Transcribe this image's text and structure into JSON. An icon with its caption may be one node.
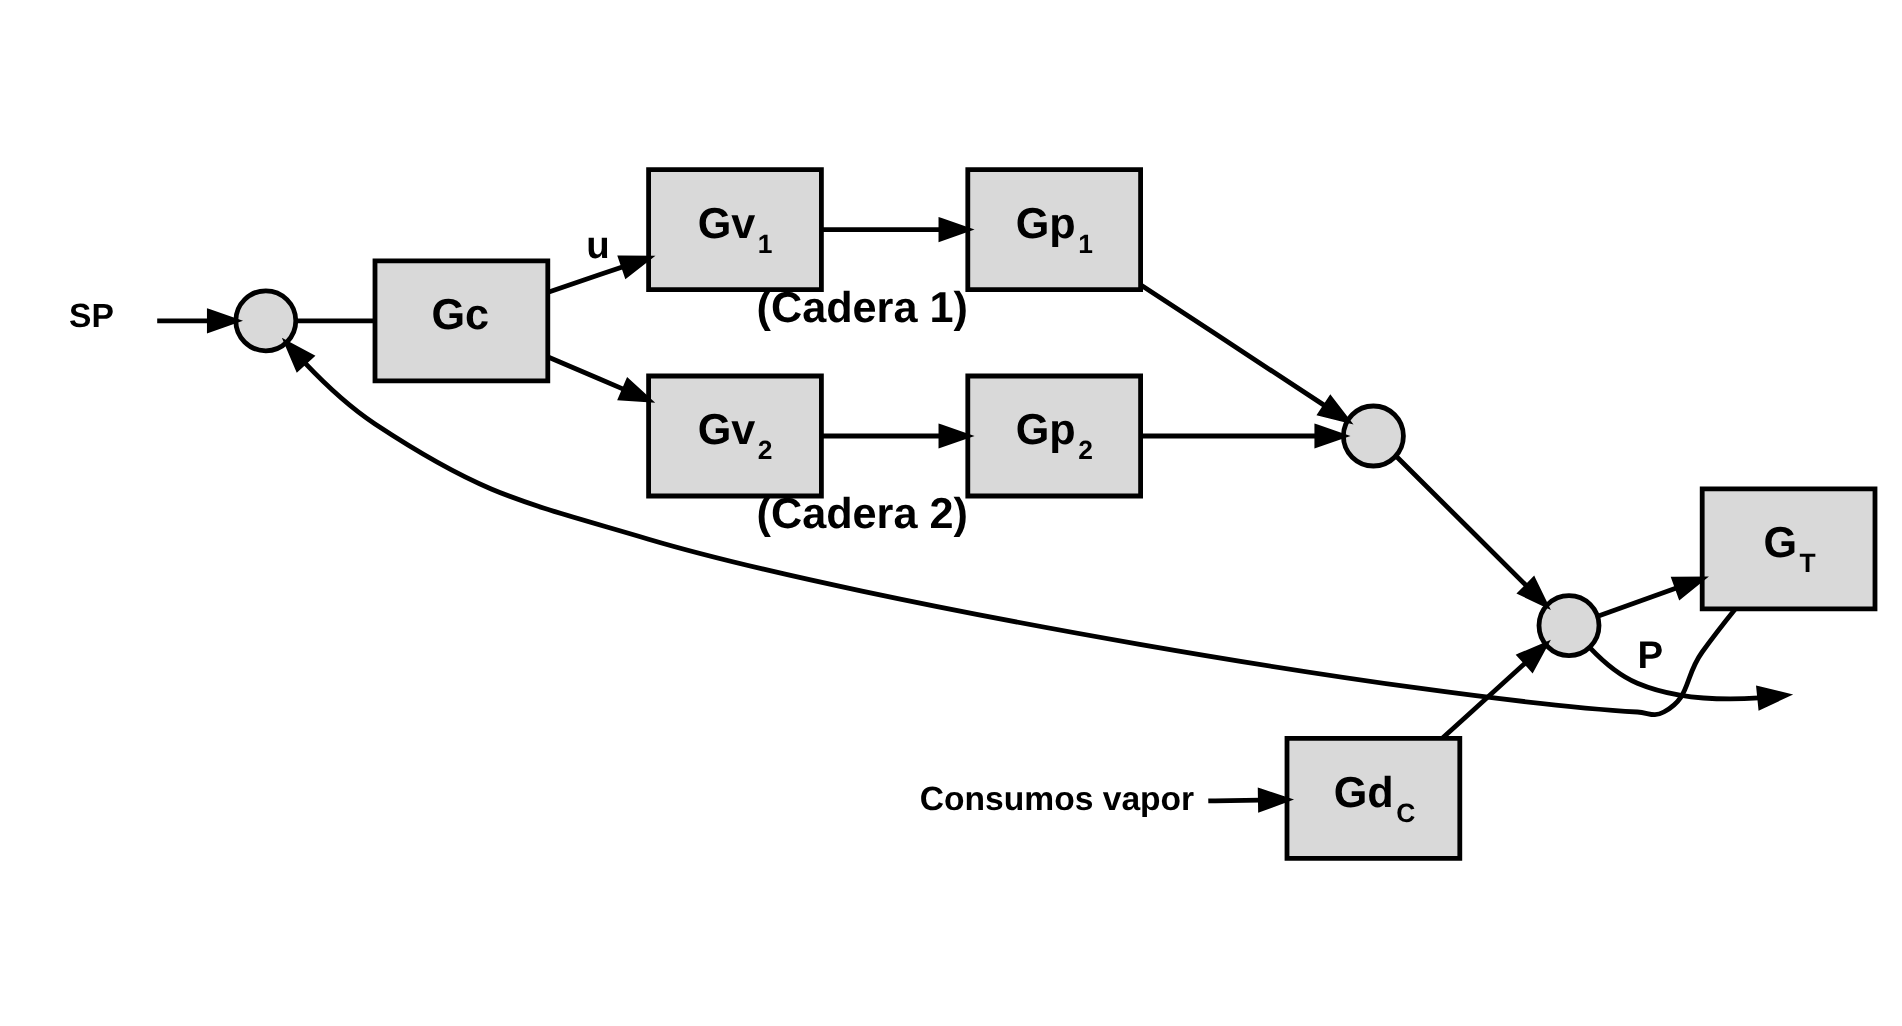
{
  "diagram": {
    "nodes": [
      {
        "text": [
          "SP"
        ]
      },
      {
        "text": [],
        "shape": "circle"
      },
      {
        "text": [
          "Gc"
        ]
      },
      {
        "text": [
          "Gv$_{1}$"
        ]
      },
      {
        "text": [
          "Gp$_{1}$"
        ],
        "beside": [
          "(Cadera 1)"
        ]
      },
      {
        "text": [
          "Gv$_{2}$"
        ]
      },
      {
        "text": [
          "Gp$_{2}$"
        ],
        "beside": [
          "(Cadera 2)"
        ]
      },
      {
        "text": [
          "Consumos vapor"
        ]
      },
      {
        "text": [
          "Gd$_{C}$"
        ]
      },
      {
        "text": [],
        "shape": "circle"
      },
      {
        "text": [],
        "shape": "circle"
      },
      {
        "text": [
          "G$_{T}$"
        ]
      }
    ],
    "edges": [
      {
        "from": 0,
        "to": 1,
        "arrow": "to"
      },
      {
        "from": 1,
        "to": 2,
        "arrow": "none"
      },
      {
        "from": 2,
        "to": 3,
        "arrow": "to",
        "label": "u"
      },
      {
        "from": 2,
        "to": 5,
        "arrow": "to"
      },
      {
        "from": 3,
        "to": 4,
        "arrow": "to"
      },
      {
        "from": 5,
        "to": 6,
        "arrow": "to"
      },
      {
        "from": 4,
        "to": 9,
        "arrow": "to"
      },
      {
        "from": 6,
        "to": 9,
        "arrow": "to"
      },
      {
        "from": 9,
        "to": 10,
        "arrow": "to"
      },
      {
        "from": 7,
        "to": 8,
        "arrow": "to"
      },
      {
        "from": 8,
        "to": 10,
        "arrow": "to"
      },
      {
        "from": 10,
        "to": null,
        "arrow": "to",
        "label": "P"
      },
      {
        "from": 10,
        "to": 11,
        "arrow": "to"
      },
      {
        "from": 11,
        "to": 1,
        "arrow": "to"
      }
    ]
  }
}
